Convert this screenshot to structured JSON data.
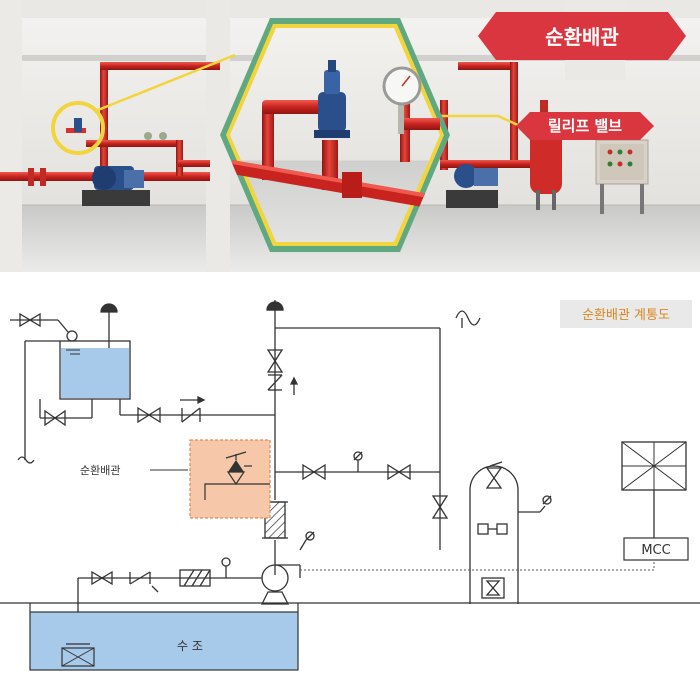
{
  "scene": {
    "banner_label": "순환배관",
    "callout_label": "릴리프 밸브",
    "colors": {
      "banner": "#d9363f",
      "pipe": "#d8322f",
      "frame": "#5fa880",
      "highlight": "#f2d53c",
      "pump": "#2b4f8a"
    },
    "icons": [
      "pressure-gauge-icon",
      "relief-valve-icon",
      "electric-pump-icon",
      "control-panel-icon",
      "pressure-tank-icon"
    ]
  },
  "diagram": {
    "title": "순환배관 계통도",
    "side_label": "순환배관",
    "mcc_label": "MCC",
    "tank_label": "수 조",
    "colors": {
      "title_bg": "#e9e9e9",
      "title_text": "#d8861e",
      "relief_box": "#f6c7a9",
      "relief_border": "#e08a55",
      "water": "#a7c9ea",
      "line": "#333333"
    }
  }
}
